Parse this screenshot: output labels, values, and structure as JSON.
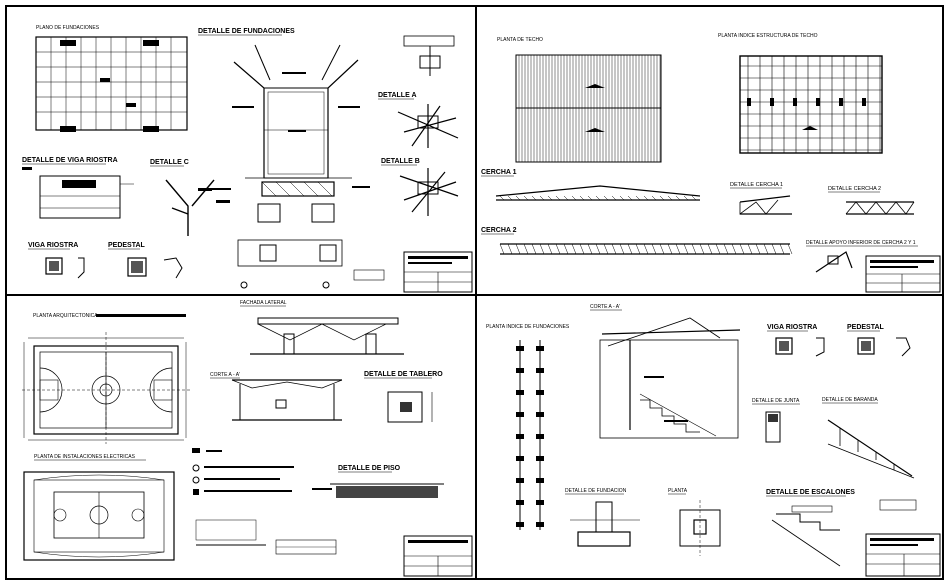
{
  "sheets": {
    "top_left": {
      "plan_title": "PLANO DE FUNDACIONES",
      "detail_foundations": "DETALLE DE FUNDACIONES",
      "detail_a": "DETALLE A",
      "detail_b": "DETALLE B",
      "detail_c": "DETALLE C",
      "detail_beam": "DETALLE DE VIGA RIOSTRA",
      "beam": "VIGA RIOSTRA",
      "pedestal": "PEDESTAL"
    },
    "top_right": {
      "roof_plan": "PLANTA DE TECHO",
      "roof_structure": "PLANTA INDICE ESTRUCTURA DE TECHO",
      "truss1": "CERCHA 1",
      "truss2": "CERCHA 2",
      "detail_truss1": "DETALLE CERCHA 1",
      "detail_truss2": "DETALLE CERCHA 2",
      "detail_support": "DETALLE APOYO INFERIOR DE CERCHA 2 Y 1"
    },
    "bottom_left": {
      "architectural_plan": "PLANTA ARQUITECTONICA",
      "side_facade": "FACHADA LATERAL",
      "section_aa": "CORTE A - A'",
      "detail_board": "DETALLE DE TABLERO",
      "electrical_plan": "PLANTA DE INSTALACIONES ELECTRICAS",
      "detail_floor": "DETALLE DE PISO"
    },
    "bottom_right": {
      "foundation_index": "PLANTA INDICE DE FUNDACIONES",
      "section_aa": "CORTE A - A'",
      "beam": "VIGA RIOSTRA",
      "pedestal": "PEDESTAL",
      "detail_joint": "DETALLE DE JUNTA",
      "detail_railing": "DETALLE DE BARANDA",
      "detail_foundation": "DETALLE DE FUNDACION",
      "plan": "PLANTA",
      "detail_stands": "DETALLE DE ESCALONES"
    }
  }
}
